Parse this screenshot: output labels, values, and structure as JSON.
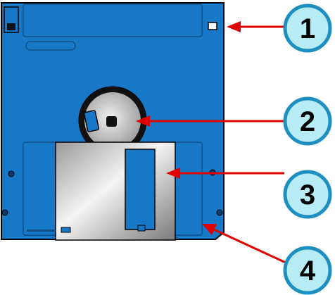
{
  "callouts": [
    {
      "number": "1"
    },
    {
      "number": "2"
    },
    {
      "number": "3"
    },
    {
      "number": "4"
    }
  ],
  "colors": {
    "disk_body": "#1878c8",
    "disk_outline": "#000000",
    "arrow": "#e00000",
    "badge_fill": "#b8ecf4",
    "badge_ring": "#1d8fc0",
    "shutter_light": "#f4f4f4",
    "shutter_dark": "#8a8a8a",
    "hub_ring": "#000000",
    "hub_fill": "#d0d0d0"
  }
}
